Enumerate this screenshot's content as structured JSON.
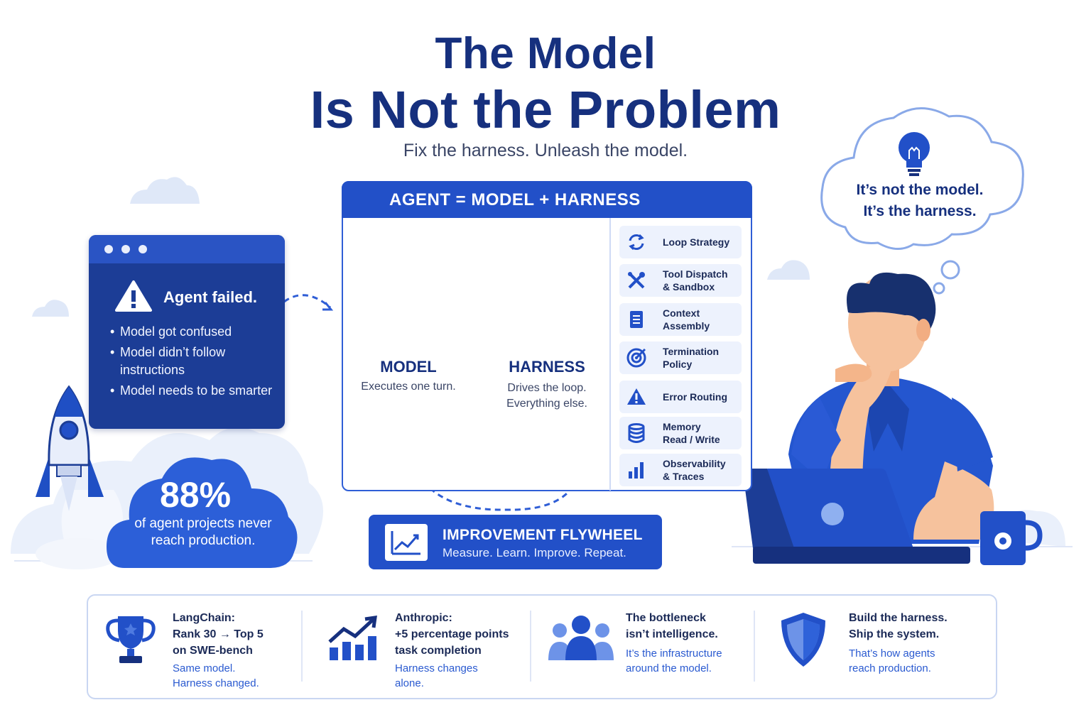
{
  "title": {
    "line1": "The Model",
    "line2": "Is Not the Problem"
  },
  "subtitle": "Fix the harness. Unleash the model.",
  "failure_panel": {
    "heading": "Agent failed.",
    "items": [
      "Model got confused",
      "Model didn’t follow instructions",
      "Model needs to be smarter"
    ]
  },
  "stat": {
    "value": "88%",
    "text": "of agent projects never reach production."
  },
  "diagram": {
    "equation": "AGENT = MODEL + HARNESS",
    "plus": "+",
    "model": {
      "label": "MODEL",
      "desc": "Executes one turn."
    },
    "harness": {
      "label": "HARNESS",
      "desc_line1": "Drives the loop.",
      "desc_line2": "Everything else."
    },
    "components": [
      {
        "line1": "Loop Strategy",
        "line2": "",
        "icon": "loop-arrows-icon"
      },
      {
        "line1": "Tool Dispatch",
        "line2": "& Sandbox",
        "icon": "tools-icon"
      },
      {
        "line1": "Context",
        "line2": "Assembly",
        "icon": "document-icon"
      },
      {
        "line1": "Termination",
        "line2": "Policy",
        "icon": "target-icon"
      },
      {
        "line1": "Error Routing",
        "line2": "",
        "icon": "warning-icon"
      },
      {
        "line1": "Memory",
        "line2": "Read / Write",
        "icon": "database-icon"
      },
      {
        "line1": "Observability",
        "line2": "& Traces",
        "icon": "bar-chart-icon"
      }
    ]
  },
  "flywheel": {
    "title": "IMPROVEMENT FLYWHEEL",
    "subtitle": "Measure. Learn. Improve. Repeat."
  },
  "thought": {
    "line1": "It’s not the model.",
    "line2": "It’s the harness."
  },
  "bottom": [
    {
      "main": [
        "LangChain:",
        "Rank 30 → Top 5",
        "on SWE-bench"
      ],
      "sub": [
        "Same model.",
        "Harness changed."
      ],
      "icon": "trophy-icon"
    },
    {
      "main": [
        "Anthropic:",
        "+5 percentage points",
        "task completion"
      ],
      "sub": [
        "Harness changes",
        "alone."
      ],
      "icon": "growth-chart-icon"
    },
    {
      "main": [
        "The bottleneck",
        "isn’t intelligence."
      ],
      "sub": [
        "It’s the infrastructure",
        "around the model."
      ],
      "icon": "people-icon"
    },
    {
      "main": [
        "Build the harness.",
        "Ship the system."
      ],
      "sub": [
        "That’s how agents",
        "reach production."
      ],
      "icon": "shield-icon"
    }
  ],
  "colors": {
    "primary": "#2250c8",
    "dark": "#16307e",
    "light": "#edf2fd",
    "cloud": "#e4ebf8"
  }
}
